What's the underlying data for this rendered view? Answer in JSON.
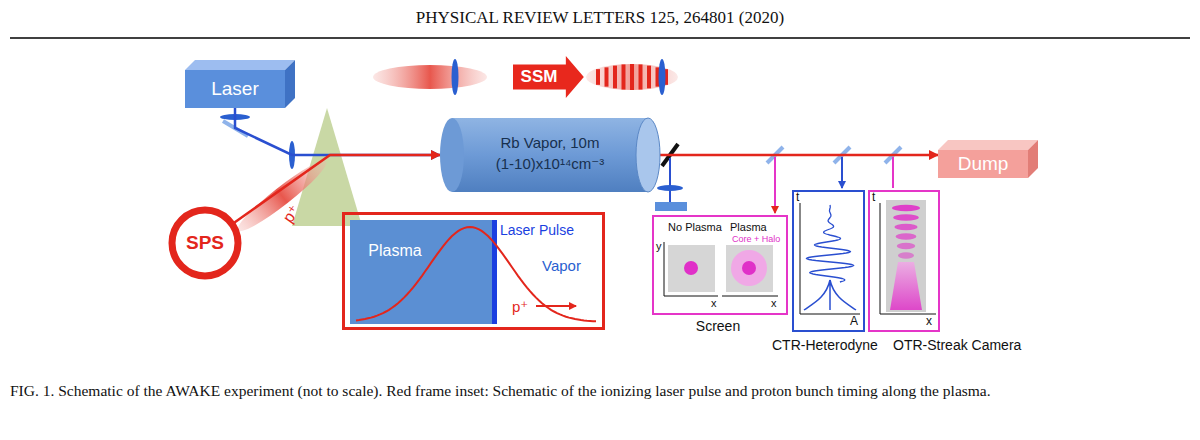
{
  "diagram": {
    "caption": "FIG. 1. Schematic of the AWAKE experiment (not to scale). Red frame inset: Schematic of the ionizing laser pulse and proton bunch timing along the plasma.",
    "nodes": [
      {
        "text": [
          "Laser"
        ]
      },
      {
        "text": [
          "SPS"
        ]
      },
      {
        "text": [
          "SSM"
        ]
      },
      {
        "text": [
          "Rb Vapor, 10m",
          "(1-10)x10¹⁴cm⁻³"
        ]
      },
      {
        "text": [
          "Dump"
        ]
      },
      {
        "text": [
          "Laser Pulse",
          "Vapor",
          "p⁺"
        ]
      },
      {
        "text": [
          "Plasma"
        ],
        "in": 5
      },
      {
        "text": [
          "No Plasma",
          "Plasma",
          "Core + Halo",
          "y",
          "x",
          "x",
          "Screen"
        ]
      },
      {
        "text": [
          "t",
          "A",
          "CTR-Heterodyne"
        ]
      },
      {
        "text": [
          "t",
          "x",
          "OTR-Streak Camera"
        ]
      }
    ],
    "edges": [
      {
        "from": 0,
        "to": 3,
        "arrow": "to"
      },
      {
        "from": 1,
        "to": 3,
        "arrow": "to"
      },
      {
        "from": 3,
        "to": 4,
        "arrow": "to"
      }
    ],
    "labels": [
      "PHYSICAL REVIEW LETTERS 125, 264801 (2020)",
      "p⁺"
    ]
  }
}
